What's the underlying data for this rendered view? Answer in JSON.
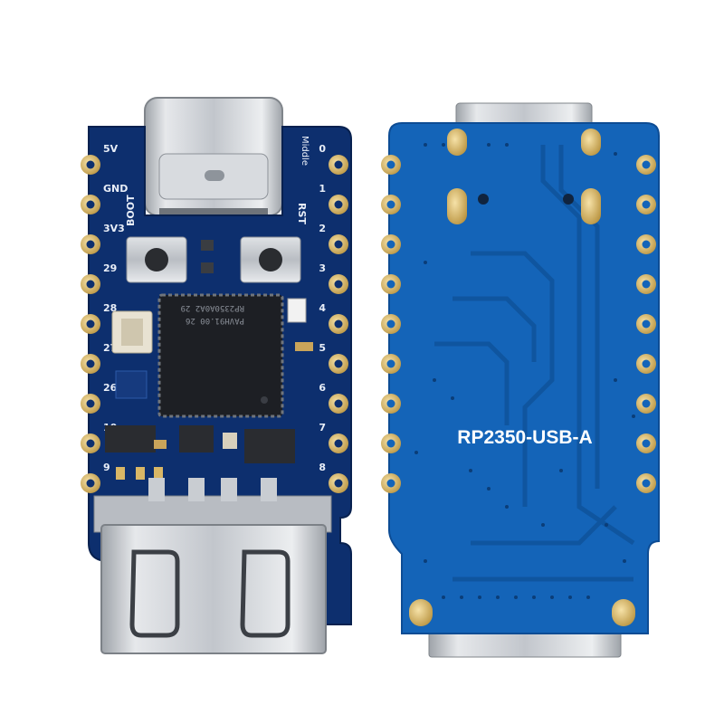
{
  "image": {
    "description_free": true,
    "colors": {
      "pcb_front": "#0d2f6e",
      "pcb_back": "#1464b8",
      "gold": "#d9b766",
      "metal": "#c9cdd2",
      "chip": "#1d1f24",
      "silkscreen": "#e8eef8"
    }
  },
  "front_board": {
    "labels": {
      "boot": "BOOT",
      "rst": "RST",
      "middle": "Middle"
    },
    "left_pins": [
      "5V",
      "GND",
      "3V3",
      "29",
      "28",
      "27",
      "26",
      "10",
      "9"
    ],
    "right_pins": [
      "0",
      "1",
      "2",
      "3",
      "4",
      "5",
      "6",
      "7",
      "8"
    ],
    "chip_lines": [
      "RP2350A0A2 29",
      "PAVH91.00 26"
    ]
  },
  "back_board": {
    "title": "RP2350-USB-A"
  }
}
